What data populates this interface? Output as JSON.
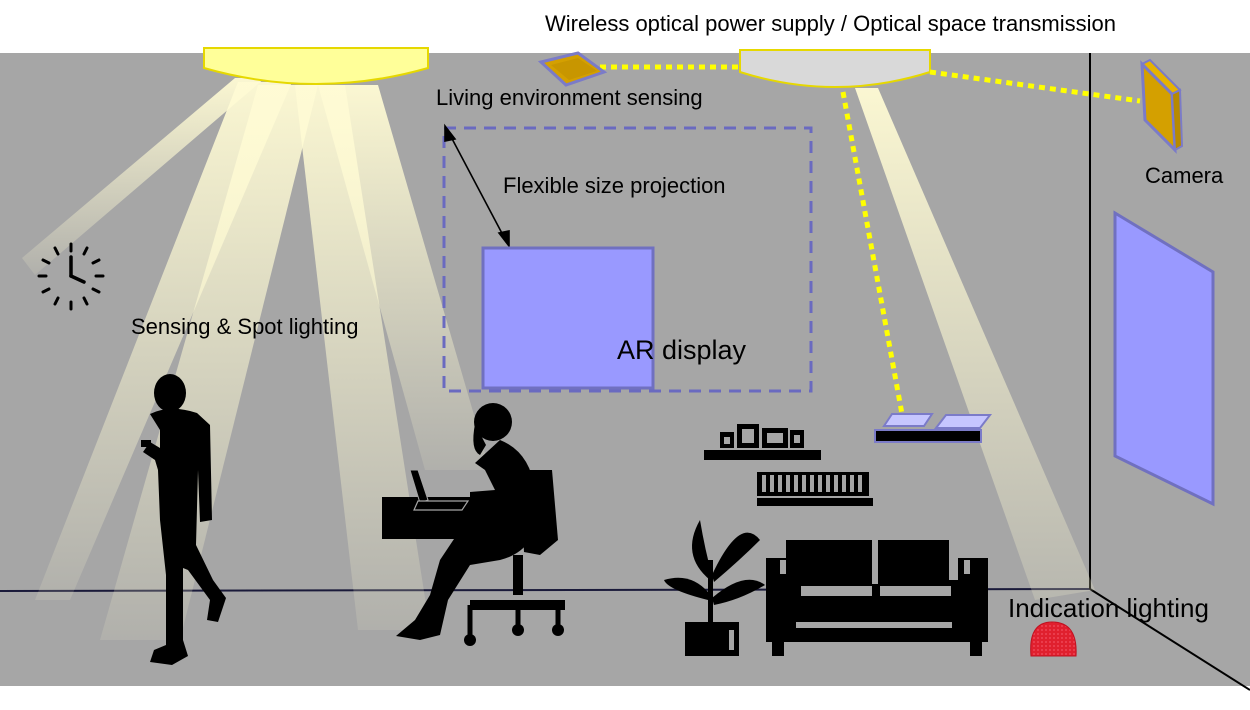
{
  "labels": {
    "optical_supply": "Wireless optical power supply / Optical space transmission",
    "living_sensing": "Living environment sensing",
    "camera": "Camera",
    "flexible_projection": "Flexible size projection",
    "sensing_spot": "Sensing & Spot lighting",
    "ar_display": "AR display",
    "indication": "Indication lighting"
  },
  "colors": {
    "wall": "#a6a6a6",
    "light_beam": "#fffbd4",
    "lamp_yellow": "#ffff99",
    "lamp_white": "#d9d9d9",
    "dotted_link": "#ffff00",
    "device_body": "#d4a000",
    "device_outline": "#7b7bc8",
    "projection_fill": "#9999ff",
    "projection_outline": "#7070c0",
    "silhouette": "#000000",
    "indicator_red": "#e0202e"
  },
  "icons": [
    "clock-icon",
    "walking-person-silhouette",
    "seated-woman-silhouette",
    "laptop-icon",
    "plant-silhouette",
    "sofa-silhouette",
    "shelf-silhouette",
    "ceiling-lamp-icon",
    "sensor-device-icon",
    "camera-device-icon"
  ]
}
